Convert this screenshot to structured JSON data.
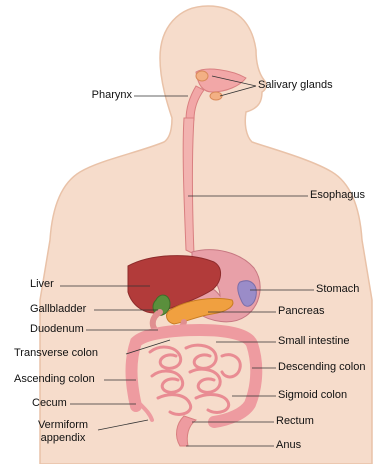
{
  "labels": {
    "pharynx": "Pharynx",
    "salivary_glands": "Salivary glands",
    "esophagus": "Esophagus",
    "liver": "Liver",
    "stomach": "Stomach",
    "gallbladder": "Gallbladder",
    "pancreas": "Pancreas",
    "duodenum": "Duodenum",
    "small_intestine": "Small intestine",
    "transverse_colon": "Transverse colon",
    "descending_colon": "Descending colon",
    "ascending_colon": "Ascending colon",
    "sigmoid_colon": "Sigmoid colon",
    "cecum": "Cecum",
    "rectum": "Rectum",
    "vermiform_appendix_line1": "Vermiform",
    "vermiform_appendix_line2": "appendix",
    "anus": "Anus"
  },
  "colors": {
    "skin": "#f6dccb",
    "skin_outline": "#e9c2a8",
    "tract": "#f2a7a7",
    "tract_outline": "#d97f80",
    "liver": "#b23b3a",
    "stomach": "#e8a0a8",
    "intestine": "#f0a0a6",
    "gallbladder": "#5a8f3c",
    "pancreas": "#f0a040",
    "spleen": "#9a8cc8",
    "leader_line": "#333333"
  }
}
